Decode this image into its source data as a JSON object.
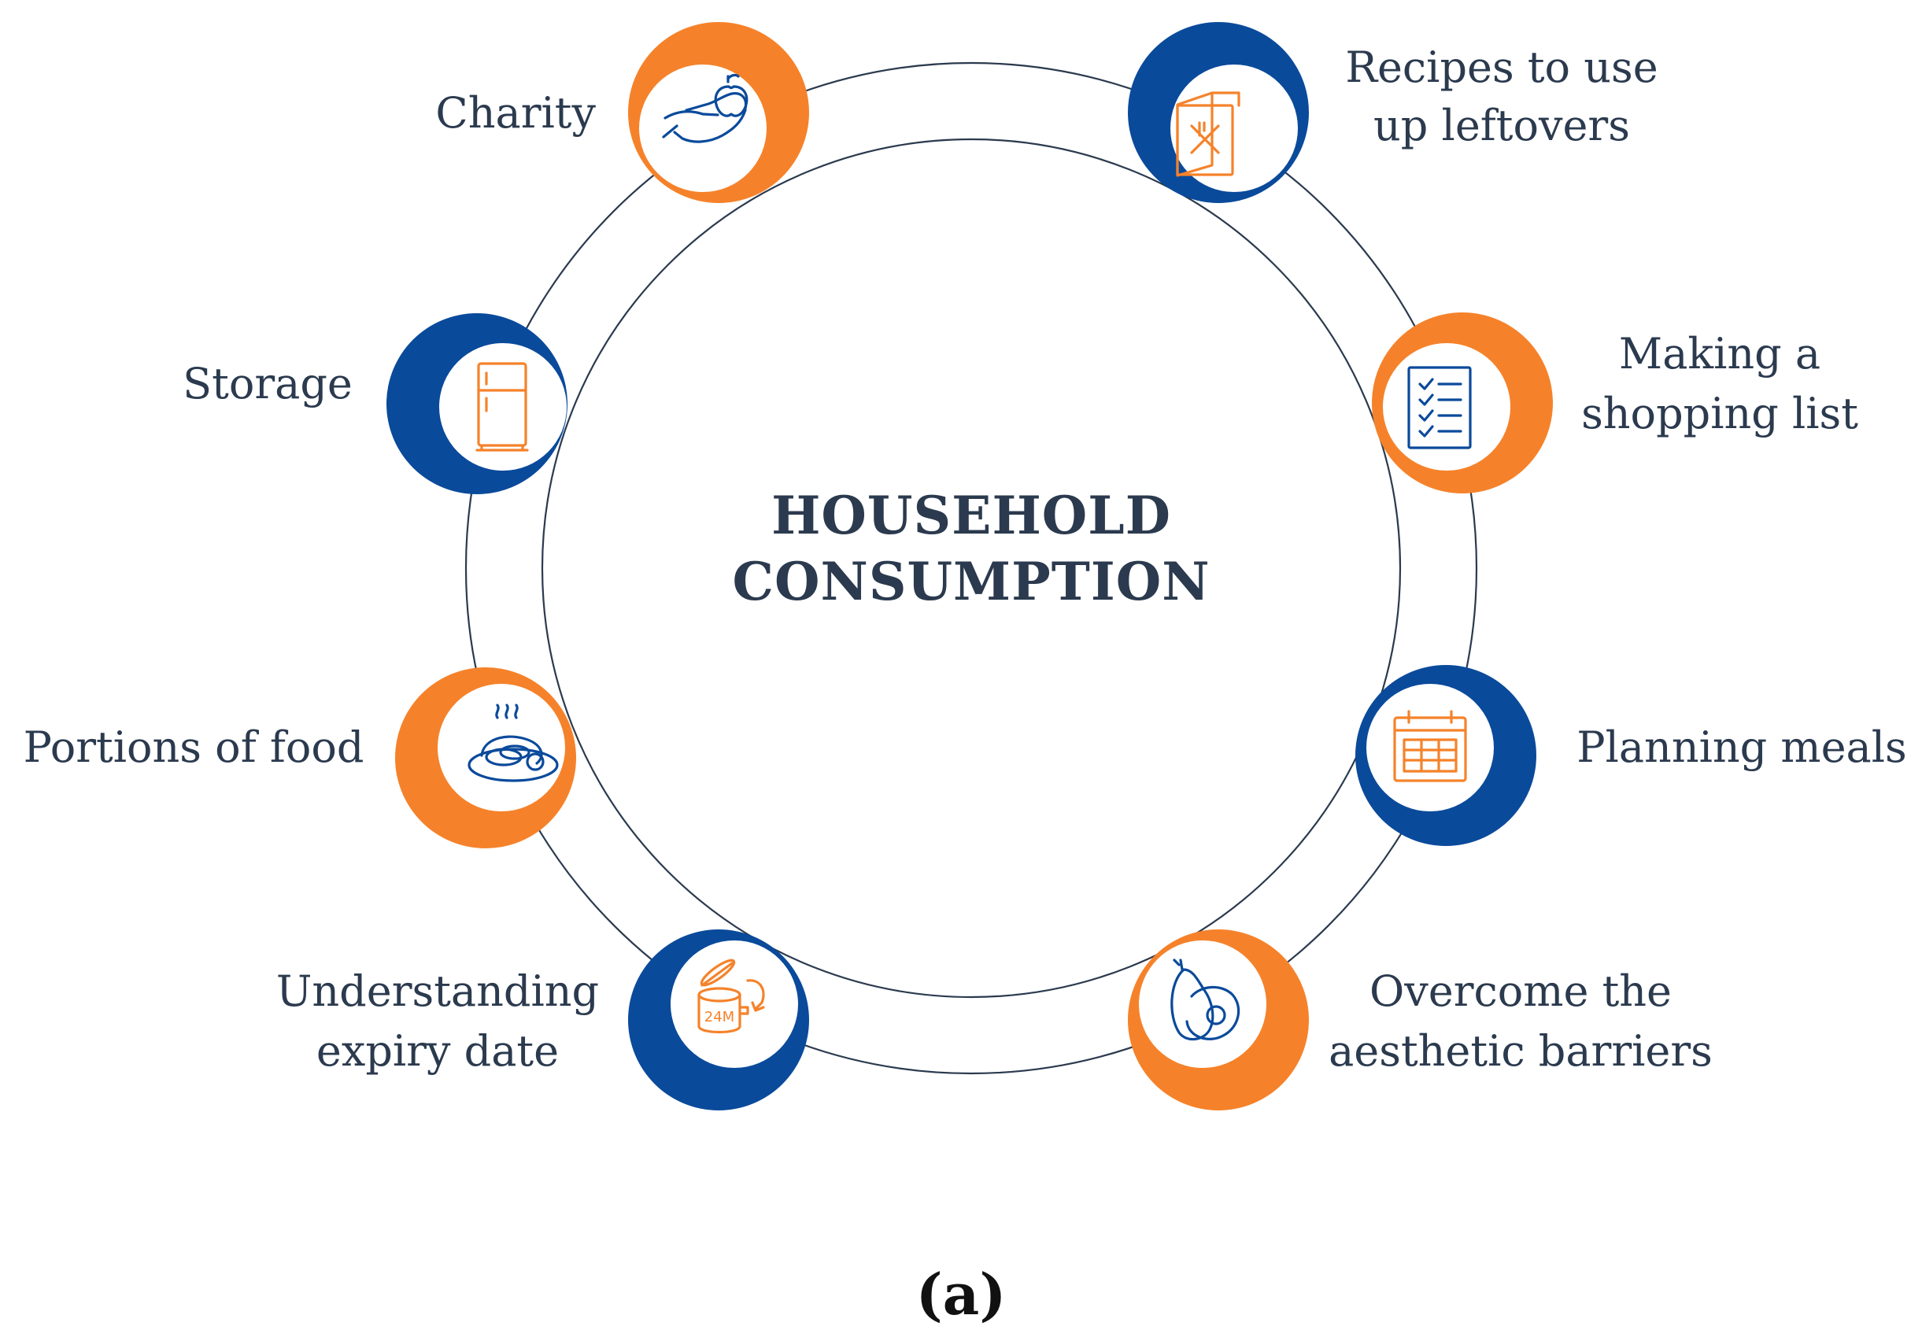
{
  "center": {
    "line1": "HOUSEHOLD",
    "line2": "CONSUMPTION"
  },
  "caption": "(a)",
  "colors": {
    "orange": "#f5822a",
    "blue": "#0a4a9b",
    "text": "#2b3a4e"
  },
  "nodes": [
    {
      "id": "charity",
      "lines": [
        "Charity"
      ],
      "icon": "hand-apple-icon",
      "crescent": "orange",
      "icon_color": "blue"
    },
    {
      "id": "recipes",
      "lines": [
        "Recipes to use",
        "up leftovers"
      ],
      "icon": "recipe-book-icon",
      "crescent": "blue",
      "icon_color": "orange"
    },
    {
      "id": "shopping-list",
      "lines": [
        "Making a",
        "shopping list"
      ],
      "icon": "checklist-icon",
      "crescent": "orange",
      "icon_color": "blue"
    },
    {
      "id": "planning-meals",
      "lines": [
        "Planning meals"
      ],
      "icon": "calendar-icon",
      "crescent": "blue",
      "icon_color": "orange"
    },
    {
      "id": "aesthetic",
      "lines": [
        "Overcome the",
        "aesthetic barriers"
      ],
      "icon": "avocado-icon",
      "crescent": "orange",
      "icon_color": "blue"
    },
    {
      "id": "expiry",
      "lines": [
        "Understanding",
        "expiry date"
      ],
      "icon": "open-can-24m-icon",
      "crescent": "blue",
      "icon_color": "orange",
      "icon_text": "24M"
    },
    {
      "id": "portions",
      "lines": [
        "Portions of food"
      ],
      "icon": "plate-of-food-icon",
      "crescent": "orange",
      "icon_color": "blue"
    },
    {
      "id": "storage",
      "lines": [
        "Storage"
      ],
      "icon": "fridge-icon",
      "crescent": "blue",
      "icon_color": "orange"
    }
  ]
}
